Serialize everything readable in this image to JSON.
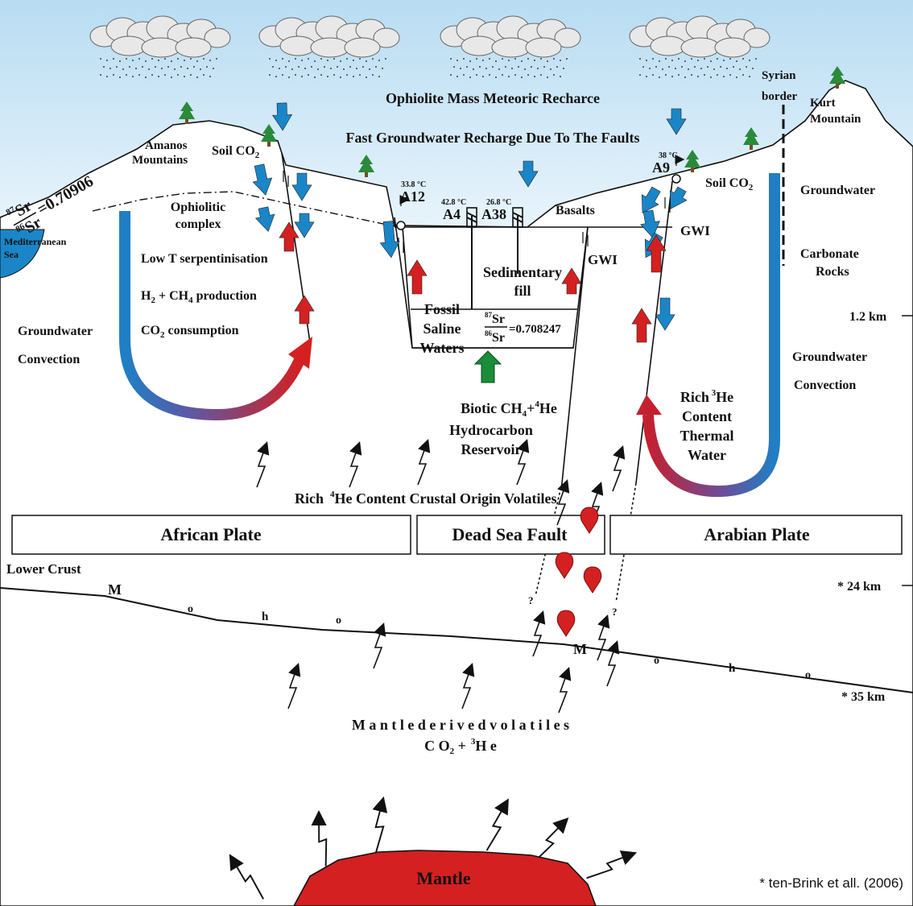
{
  "sky": {
    "recharge_title": "Ophiolite Mass Meteoric Recharce",
    "fault_recharge": "Fast Groundwater Recharge Due To The Faults"
  },
  "west": {
    "mountains_1": "Amanos",
    "mountains_2": "Mountains",
    "soil": "Soil CO",
    "sr_num": "Sr",
    "sr_num_sup": "87",
    "sr_den": "Sr",
    "sr_den_sup": "86",
    "sr_value": "=0.70906",
    "sea_1": "Mediterranean",
    "sea_2": "Sea",
    "ophiolitic_1": "Ophiolitic",
    "ophiolitic_2": "complex",
    "serpentinisation": "Low T serpentinisation",
    "h2_ch4": "H",
    "h2_ch4_rest": " + CH",
    "h2_ch4_end": " production",
    "co2_cons": "CO",
    "co2_cons_end": " consumption",
    "gw_1": "Groundwater",
    "gw_2": "Convection"
  },
  "basin": {
    "a12_temp": "33.8 °C",
    "a12": "A12",
    "a4_temp": "42.8 °C",
    "a4": "A4",
    "a38_temp": "26.8 °C",
    "a38": "A38",
    "basalts": "Basalts",
    "sed_1": "Sedimentary",
    "sed_2": "fill",
    "fossil_1": "Fossil",
    "fossil_2": "Saline",
    "fossil_3": "Waters",
    "sr_num": "Sr",
    "sr_num_sup": "87",
    "sr_den": "Sr",
    "sr_den_sup": "86",
    "sr_value": "=0.708247",
    "gwi_left": "GWI",
    "biotic": "Biotic CH",
    "biotic_rest": "+",
    "biotic_he": "He",
    "biotic_sup": "4",
    "hydrocarbon": "Hydrocarbon",
    "reservoir": "Reservoir"
  },
  "east": {
    "a9_temp": "38 °C",
    "a9": "A9",
    "soil": "Soil CO",
    "gwi": "GWI",
    "syrian_1": "Syrian",
    "syrian_2": "border",
    "kurt_1": "Kurt",
    "kurt_2": "Mountain",
    "groundwater": "Groundwater",
    "carbonate_1": "Carbonate",
    "carbonate_2": "Rocks",
    "gw_1": "Groundwater",
    "gw_2": "Convection",
    "rich_1": "Rich",
    "rich_sup": "3",
    "rich_he": "He",
    "rich_2": "Content",
    "rich_3": "Thermal",
    "rich_4": "Water"
  },
  "crust": {
    "rich4he": "Rich",
    "rich4he_sup": "4",
    "rich4he_rest": "He  Content Crustal Origin Volatiles",
    "african": "African Plate",
    "dsf": "Dead Sea Fault",
    "arabian": "Arabian Plate",
    "lower_crust": "Lower Crust",
    "depth_1": "1.2 km",
    "depth_2": "* 24 km",
    "depth_3": "* 35 km",
    "moho_left": [
      "M",
      "o",
      "h",
      "o"
    ],
    "moho_right": [
      "M",
      "o",
      "h",
      "o"
    ],
    "q1": "?",
    "q2": "?"
  },
  "mantle": {
    "volatiles": "M a n t l e   d e r i v e d   v o l a t i l e s",
    "co2he_1": "C O",
    "co2he_2": " +",
    "co2he_sup": "3",
    "co2he_3": "H e",
    "label": "Mantle",
    "citation": "* ten-Brink et all. (2006)"
  },
  "colors": {
    "sky": "#cde8f6",
    "water_blue": "#1a86c8",
    "heat_red": "#d42020",
    "green_arrow": "#1a8c3a",
    "mantle": "#d42020",
    "tree": "#2a8a3a"
  }
}
